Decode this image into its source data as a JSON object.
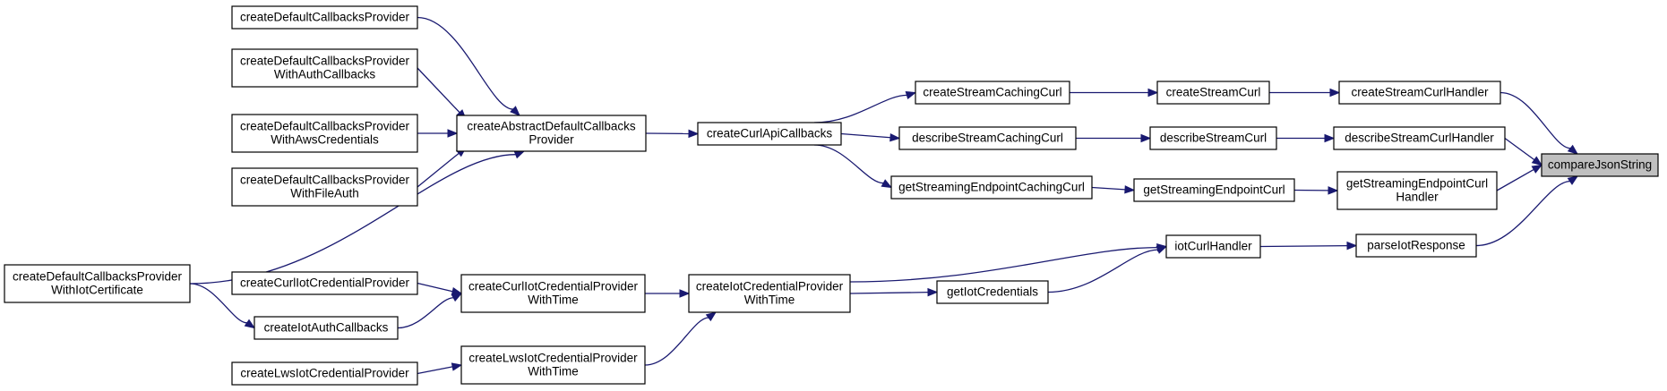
{
  "colors": {
    "edge": "#191970",
    "node_border": "#000000",
    "node_fill": "#ffffff",
    "highlight_fill": "#bfbfbf",
    "background": "#ffffff"
  },
  "nodes": [
    {
      "id": "n1",
      "lines": [
        "createDefaultCallbacksProvider"
      ]
    },
    {
      "id": "n2",
      "lines": [
        "createDefaultCallbacksProvider",
        "WithAuthCallbacks"
      ]
    },
    {
      "id": "n3",
      "lines": [
        "createDefaultCallbacksProvider",
        "WithAwsCredentials"
      ]
    },
    {
      "id": "n4",
      "lines": [
        "createDefaultCallbacksProvider",
        "WithFileAuth"
      ]
    },
    {
      "id": "n5",
      "lines": [
        "createAbstractDefaultCallbacks",
        "Provider"
      ]
    },
    {
      "id": "n6",
      "lines": [
        "createCurlApiCallbacks"
      ]
    },
    {
      "id": "n7",
      "lines": [
        "createStreamCachingCurl"
      ]
    },
    {
      "id": "n8",
      "lines": [
        "createStreamCurl"
      ]
    },
    {
      "id": "n9",
      "lines": [
        "createStreamCurlHandler"
      ]
    },
    {
      "id": "n10",
      "lines": [
        "describeStreamCachingCurl"
      ]
    },
    {
      "id": "n11",
      "lines": [
        "describeStreamCurl"
      ]
    },
    {
      "id": "n12",
      "lines": [
        "describeStreamCurlHandler"
      ]
    },
    {
      "id": "n13",
      "lines": [
        "getStreamingEndpointCachingCurl"
      ]
    },
    {
      "id": "n14",
      "lines": [
        "getStreamingEndpointCurl"
      ]
    },
    {
      "id": "n15",
      "lines": [
        "getStreamingEndpointCurl",
        "Handler"
      ]
    },
    {
      "id": "n16",
      "lines": [
        "compareJsonString"
      ],
      "highlight": true
    },
    {
      "id": "n17",
      "lines": [
        "createDefaultCallbacksProvider",
        "WithIotCertificate"
      ]
    },
    {
      "id": "n18",
      "lines": [
        "createCurlIotCredentialProvider"
      ]
    },
    {
      "id": "n19",
      "lines": [
        "createCurlIotCredentialProvider",
        "WithTime"
      ]
    },
    {
      "id": "n20",
      "lines": [
        "createIotAuthCallbacks"
      ]
    },
    {
      "id": "n21",
      "lines": [
        "createIotCredentialProvider",
        "WithTime"
      ]
    },
    {
      "id": "n22",
      "lines": [
        "getIotCredentials"
      ]
    },
    {
      "id": "n23",
      "lines": [
        "iotCurlHandler"
      ]
    },
    {
      "id": "n24",
      "lines": [
        "parseIotResponse"
      ]
    },
    {
      "id": "n25",
      "lines": [
        "createLwsIotCredentialProvider"
      ]
    },
    {
      "id": "n26",
      "lines": [
        "createLwsIotCredentialProvider",
        "WithTime"
      ]
    }
  ],
  "edges": [
    {
      "from": "n1",
      "to": "n5"
    },
    {
      "from": "n2",
      "to": "n5"
    },
    {
      "from": "n3",
      "to": "n5"
    },
    {
      "from": "n4",
      "to": "n5"
    },
    {
      "from": "n17",
      "to": "n5"
    },
    {
      "from": "n5",
      "to": "n6"
    },
    {
      "from": "n6",
      "to": "n7"
    },
    {
      "from": "n6",
      "to": "n10"
    },
    {
      "from": "n6",
      "to": "n13"
    },
    {
      "from": "n7",
      "to": "n8"
    },
    {
      "from": "n8",
      "to": "n9"
    },
    {
      "from": "n9",
      "to": "n16"
    },
    {
      "from": "n10",
      "to": "n11"
    },
    {
      "from": "n11",
      "to": "n12"
    },
    {
      "from": "n12",
      "to": "n16"
    },
    {
      "from": "n13",
      "to": "n14"
    },
    {
      "from": "n14",
      "to": "n15"
    },
    {
      "from": "n15",
      "to": "n16"
    },
    {
      "from": "n17",
      "to": "n20"
    },
    {
      "from": "n18",
      "to": "n19"
    },
    {
      "from": "n20",
      "to": "n19"
    },
    {
      "from": "n19",
      "to": "n21"
    },
    {
      "from": "n25",
      "to": "n26"
    },
    {
      "from": "n26",
      "to": "n21"
    },
    {
      "from": "n21",
      "to": "n22"
    },
    {
      "from": "n21",
      "to": "n23"
    },
    {
      "from": "n22",
      "to": "n23"
    },
    {
      "from": "n23",
      "to": "n24"
    },
    {
      "from": "n24",
      "to": "n16"
    }
  ]
}
